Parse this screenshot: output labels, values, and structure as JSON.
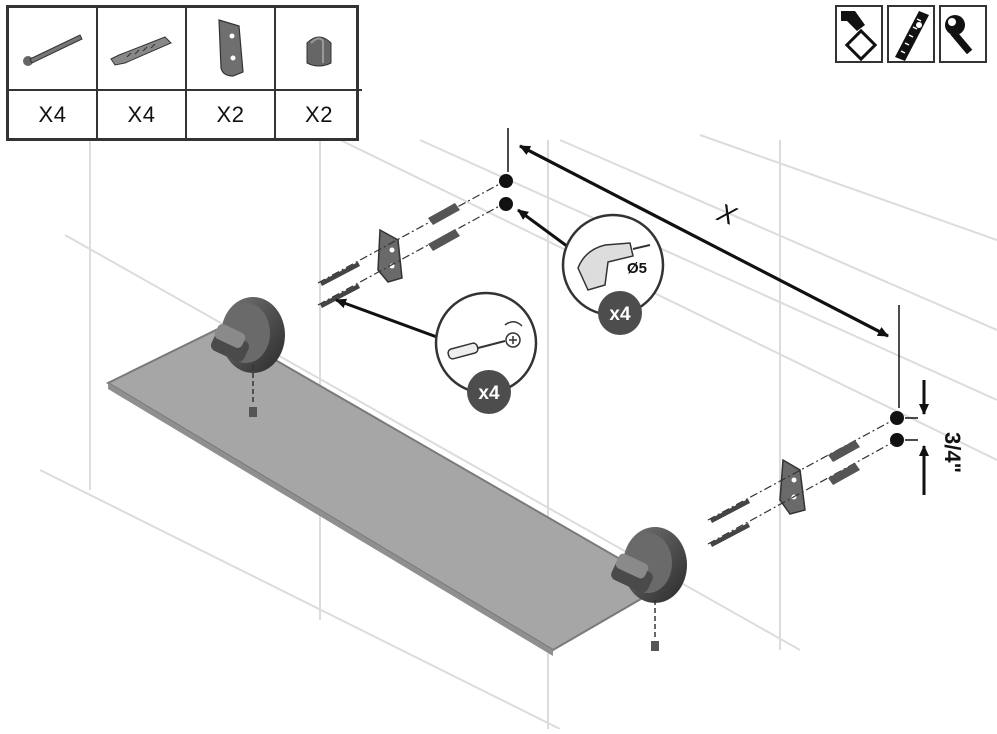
{
  "parts_table": {
    "items": [
      {
        "icon": "screw-icon",
        "qty": "X4"
      },
      {
        "icon": "wall-anchor-icon",
        "qty": "X4"
      },
      {
        "icon": "mounting-bracket-icon",
        "qty": "X2"
      },
      {
        "icon": "set-screw-cap-icon",
        "qty": "X2"
      }
    ]
  },
  "tools": [
    "hand-tools-icon",
    "tape-measure-icon",
    "wrench-icon"
  ],
  "dimensions": {
    "spacing_label": "X",
    "offset_label": "3/4\""
  },
  "callouts": {
    "drill_size": "Ø5",
    "drill_count": "x4",
    "screw_count": "x4"
  },
  "colors": {
    "badge": "#4d4d4d",
    "glass": "#a6a6a6",
    "metal": "#5a5a5a",
    "wall_lines": "#dcdcdc"
  }
}
